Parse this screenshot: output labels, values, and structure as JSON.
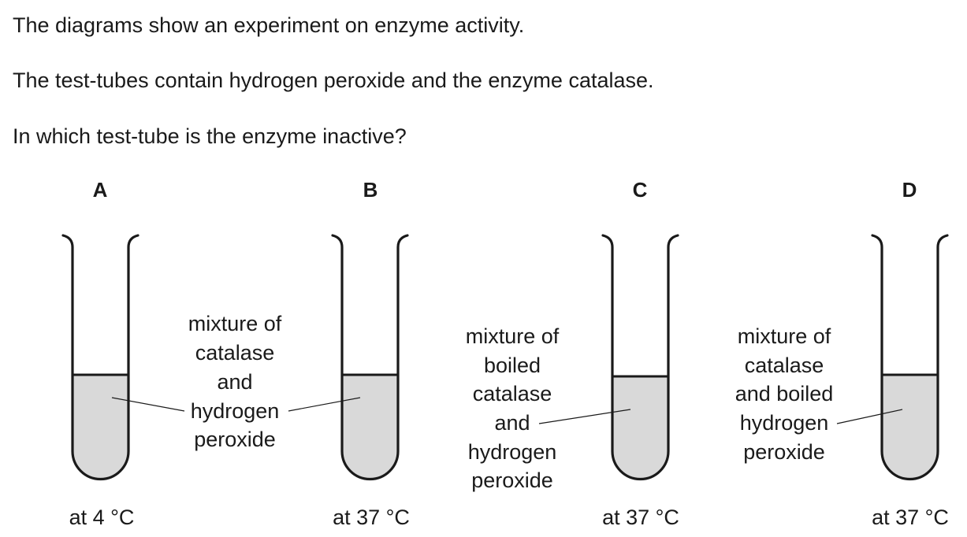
{
  "question": {
    "line1": "The diagrams show an experiment on enzyme activity.",
    "line2": "The test-tubes contain hydrogen peroxide and the enzyme catalase.",
    "line3": "In which test-tube is the enzyme inactive?"
  },
  "tubes": [
    {
      "letter": "A",
      "temperature": "at 4 °C"
    },
    {
      "letter": "B",
      "temperature": "at 37 °C"
    },
    {
      "letter": "C",
      "temperature": "at 37 °C"
    },
    {
      "letter": "D",
      "temperature": "at 37 °C"
    }
  ],
  "labels": {
    "ab": [
      "mixture of",
      "catalase",
      "and",
      "hydrogen",
      "peroxide"
    ],
    "c": [
      "mixture of",
      "boiled",
      "catalase",
      "and",
      "hydrogen",
      "peroxide"
    ],
    "d": [
      "mixture of",
      "catalase",
      "and boiled",
      "hydrogen",
      "peroxide"
    ]
  },
  "colors": {
    "liquid": "#d9d9d9",
    "outline": "#1a1a1a"
  }
}
